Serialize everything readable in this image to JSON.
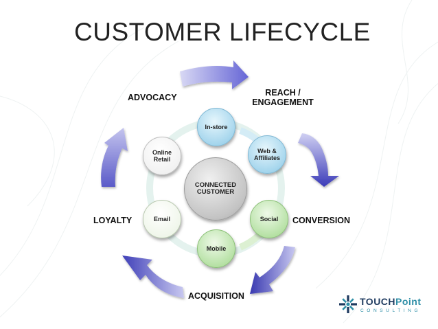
{
  "title": "CUSTOMER LIFECYCLE",
  "stages": {
    "advocacy": "ADVOCACY",
    "reach_line1": "REACH /",
    "reach_line2": "ENGAGEMENT",
    "conversion": "CONVERSION",
    "acquisition": "ACQUISITION",
    "loyalty": "LOYALTY"
  },
  "center": {
    "line1": "CONNECTED",
    "line2": "CUSTOMER"
  },
  "nodes": {
    "in_store": "In-store",
    "web_line1": "Web &",
    "web_line2": "Affiliates",
    "social": "Social",
    "mobile": "Mobile",
    "email": "Email",
    "online_line1": "Online",
    "online_line2": "Retail"
  },
  "logo": {
    "touch": "TOUCH",
    "point": "Point",
    "consulting": "CONSULTING"
  },
  "colors": {
    "arrow": "#6a6ad8",
    "node_green": "#b7e2a6",
    "node_blue": "#a9d8ef",
    "node_white": "#ffffff",
    "center_gray": "#c8c8c8",
    "logo_navy": "#1e3a5f",
    "logo_teal": "#2f8fa7"
  }
}
